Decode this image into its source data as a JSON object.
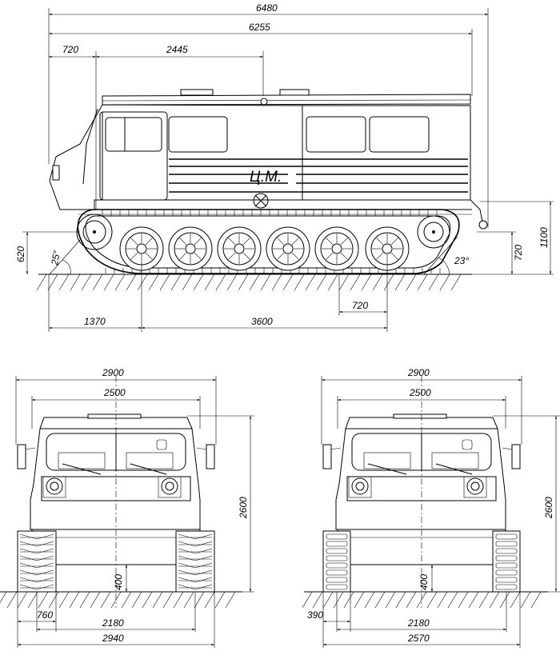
{
  "side_view": {
    "overall_length": "6480",
    "hull_length": "6255",
    "front_overhang": "720",
    "front_to_cab_axis": "2445",
    "front_axle_offset": "1370",
    "track_base": "3600",
    "rear_roller_offset": "720",
    "front_height": "620",
    "approach_angle": "25°",
    "departure_angle": "23°",
    "rear_height": "720",
    "overall_height": "1100",
    "marking": "Ц.М."
  },
  "front_view_wide": {
    "overall_width": "2900",
    "body_width": "2500",
    "height": "2600",
    "clearance": "400",
    "track_width": "760",
    "track_gauge": "2180",
    "total_width": "2940"
  },
  "front_view_narrow": {
    "overall_width": "2900",
    "body_width": "2500",
    "height": "2600",
    "clearance": "400",
    "track_width": "390",
    "track_gauge": "2180",
    "total_width": "2570"
  }
}
